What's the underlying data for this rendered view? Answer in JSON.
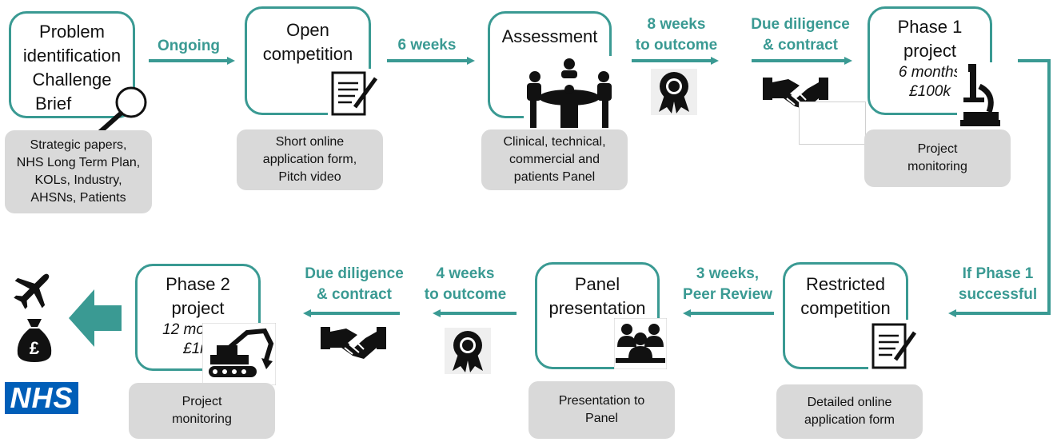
{
  "colors": {
    "teal": "#3a9a93",
    "note_grey": "#d9d9d9",
    "nhs_blue": "#005eb8"
  },
  "row1": {
    "problem": {
      "lines": [
        "Problem",
        "identification",
        "Challenge",
        "Brief"
      ],
      "icon": "magnifier-icon",
      "note": [
        "Strategic papers,",
        "NHS Long Term Plan,",
        "KOLs, Industry,",
        "AHSNs, Patients"
      ]
    },
    "arrow1_label": "Ongoing",
    "open_competition": {
      "lines": [
        "Open",
        "competition"
      ],
      "icon": "form-pencil-icon",
      "note": [
        "Short online",
        "application form,",
        "Pitch video"
      ]
    },
    "arrow2_label": "6 weeks",
    "assessment": {
      "lines": [
        "Assessment"
      ],
      "icon": "meeting-table-icon",
      "note": [
        "Clinical, technical,",
        "commercial and",
        "patients Panel"
      ]
    },
    "outcome_label": [
      "8 weeks",
      "to outcome"
    ],
    "outcome_icon": "award-ribbon-icon",
    "diligence_label": [
      "Due diligence",
      "& contract"
    ],
    "diligence_icon": "handshake-icon",
    "phase1": {
      "lines": [
        "Phase 1",
        "project"
      ],
      "italic": [
        "6 months",
        "£100k"
      ],
      "icon": "microscope-icon",
      "note": [
        "Project",
        "monitoring"
      ]
    }
  },
  "connector_label": [
    "If Phase 1",
    "successful"
  ],
  "row2": {
    "restricted": {
      "lines": [
        "Restricted",
        "competition"
      ],
      "icon": "form-pencil-icon",
      "note": [
        "Detailed online",
        "application form"
      ]
    },
    "peer_label": [
      "3 weeks,",
      "Peer Review"
    ],
    "panel": {
      "lines": [
        "Panel",
        "presentation"
      ],
      "icon": "panel-people-icon",
      "note": [
        "Presentation to",
        "Panel"
      ]
    },
    "outcome_label": [
      "4 weeks",
      "to outcome"
    ],
    "outcome_icon": "award-ribbon-icon",
    "diligence_label": [
      "Due diligence",
      "& contract"
    ],
    "diligence_icon": "handshake-icon",
    "phase2": {
      "lines": [
        "Phase 2",
        "project"
      ],
      "italic": [
        "12 months",
        "£1m"
      ],
      "icon": "excavator-icon",
      "note": [
        "Project",
        "monitoring"
      ]
    },
    "exit_icons": [
      "airplane-icon",
      "money-bag-icon"
    ],
    "nhs_logo": "NHS"
  }
}
